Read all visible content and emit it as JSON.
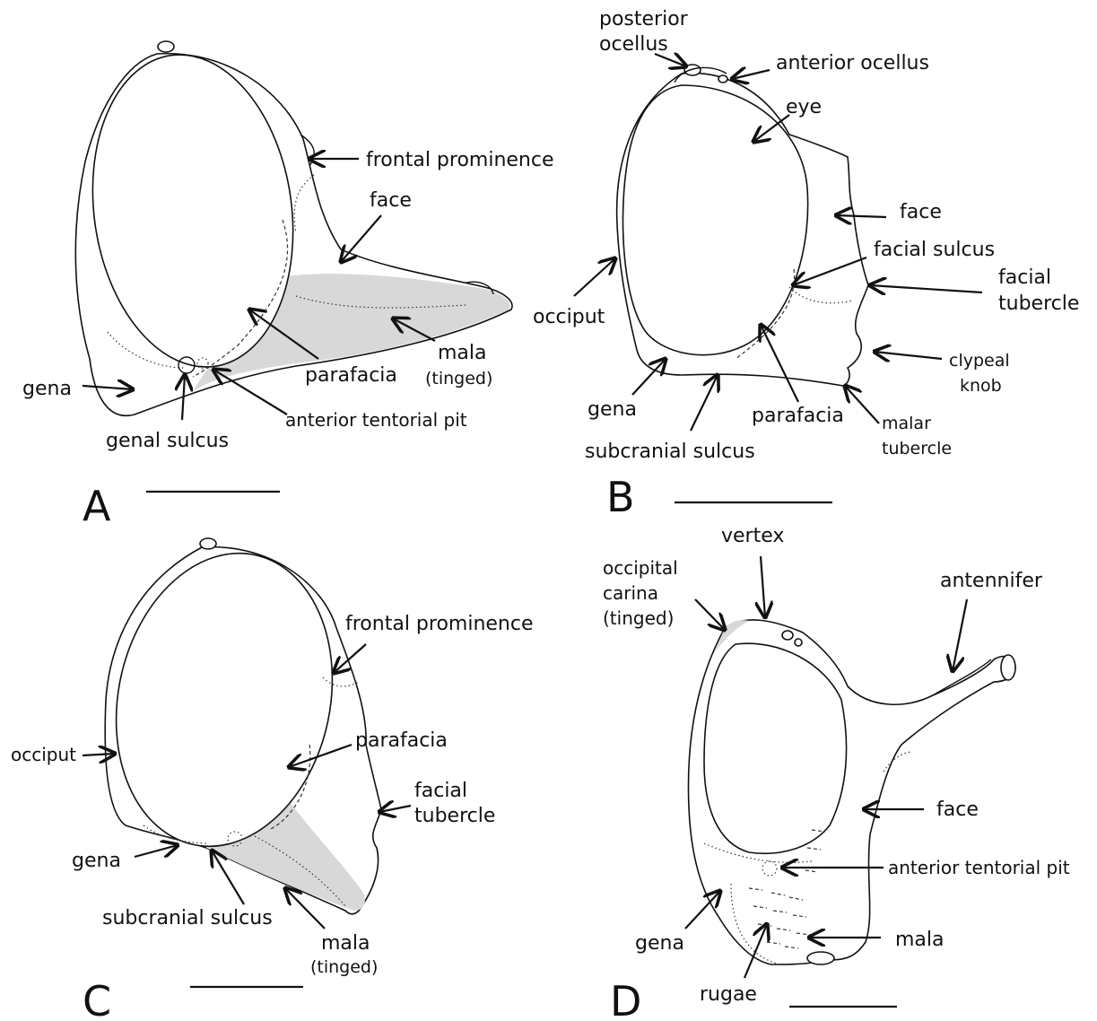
{
  "panels": {
    "A": {
      "letter": "A",
      "labels": {
        "frontal_prominence": "frontal prominence",
        "face": "face",
        "mala": "mala",
        "mala_note": "(tinged)",
        "parafacia": "parafacia",
        "gena": "gena",
        "anterior_tentorial_pit": "anterior tentorial pit",
        "genal_sulcus": "genal sulcus"
      }
    },
    "B": {
      "letter": "B",
      "labels": {
        "posterior_ocellus_1": "posterior",
        "posterior_ocellus_2": "ocellus",
        "anterior_ocellus": "anterior ocellus",
        "eye": "eye",
        "face": "face",
        "facial_sulcus": "facial sulcus",
        "facial_tubercle_1": "facial",
        "facial_tubercle_2": "tubercle",
        "occiput": "occiput",
        "clypeal_knob_1": "clypeal",
        "clypeal_knob_2": "knob",
        "gena": "gena",
        "parafacia": "parafacia",
        "malar_tubercle_1": "malar",
        "malar_tubercle_2": "tubercle",
        "subcranial_sulcus": "subcranial sulcus"
      }
    },
    "C": {
      "letter": "C",
      "labels": {
        "frontal_prominence": "frontal prominence",
        "parafacia": "parafacia",
        "occiput": "occiput",
        "facial_tubercle_1": "facial",
        "facial_tubercle_2": "tubercle",
        "gena": "gena",
        "subcranial_sulcus": "subcranial sulcus",
        "mala": "mala",
        "mala_note": "(tinged)"
      }
    },
    "D": {
      "letter": "D",
      "labels": {
        "vertex": "vertex",
        "occipital_carina_1": "occipital",
        "occipital_carina_2": "carina",
        "occipital_carina_3": "(tinged)",
        "antennifer": "antennifer",
        "face": "face",
        "anterior_tentorial_pit": "anterior tentorial pit",
        "gena": "gena",
        "mala": "mala",
        "rugae": "rugae"
      }
    }
  },
  "colors": {
    "ink": "#111111",
    "tint": "#d8d8d8",
    "background": "#ffffff"
  }
}
